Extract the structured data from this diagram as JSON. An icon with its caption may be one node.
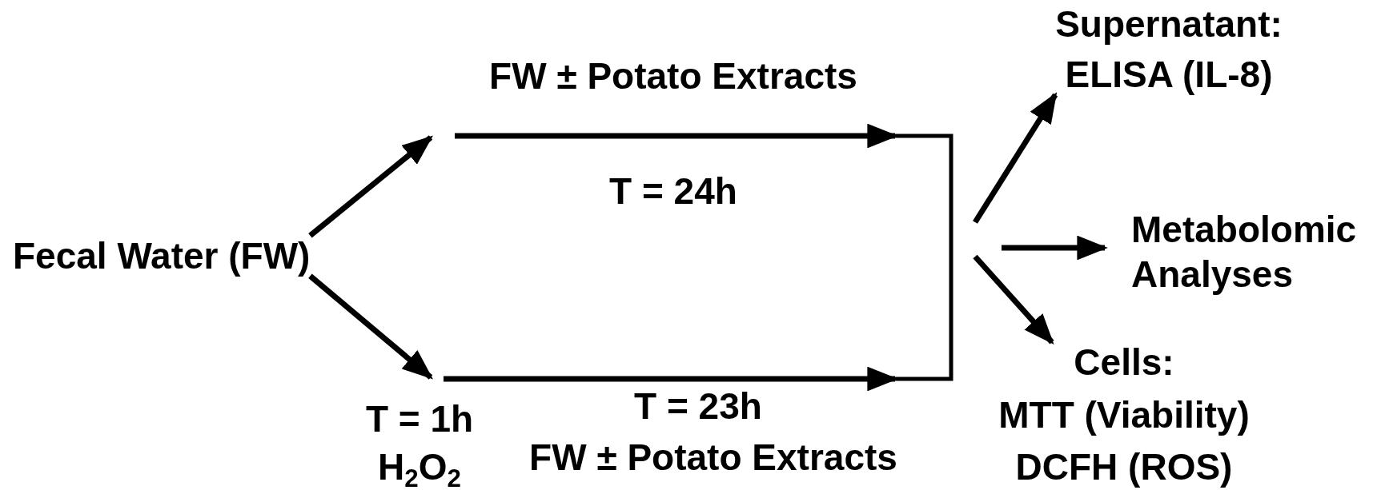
{
  "diagram": {
    "nodes": [
      {
        "text": [
          "Fecal Water (FW)"
        ]
      },
      {
        "text": [],
        "shape": "bracket"
      },
      {
        "text": [
          "Supernatant:",
          "ELISA (IL-8)"
        ]
      },
      {
        "text": [
          "Metabolomic Analyses"
        ]
      },
      {
        "text": [
          "Cells:",
          "MTT (Viability)",
          "DCFH (ROS)"
        ]
      }
    ],
    "edges": [
      {
        "from": 0,
        "to": null,
        "arrow": "to"
      },
      {
        "from": 0,
        "to": null,
        "arrow": "to"
      },
      {
        "from": null,
        "to": 1,
        "arrow": "to"
      },
      {
        "from": null,
        "to": 1,
        "arrow": "to"
      },
      {
        "from": null,
        "to": 2,
        "arrow": "to"
      },
      {
        "from": null,
        "to": 3,
        "arrow": "to"
      },
      {
        "from": null,
        "to": 4,
        "arrow": "to"
      }
    ],
    "labels": [
      "FW ± Potato Extracts",
      "T = 24h",
      "T = 23h",
      "T = 1h",
      "FW ± Potato Extracts",
      "H$_{2}$O$_{2}$"
    ]
  }
}
